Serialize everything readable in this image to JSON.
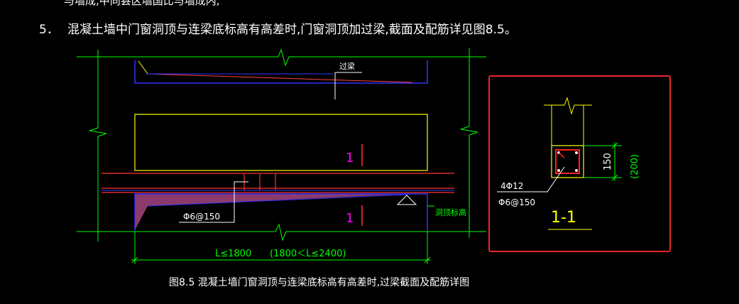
{
  "header": {
    "cut_line": "与墙成,中同县区墙国比与墙成内,",
    "note_number": "5．",
    "note_text": "混凝土墙中门窗洞顶与连梁底标高有高差时,门窗洞顶加过梁,截面及配筋详见图8.5。"
  },
  "elevation": {
    "lintel_label": "过梁",
    "section_mark_top": "1",
    "section_mark_bottom": "1",
    "stirrup_label": "Φ6@150",
    "opening_top_label": "洞顶标高",
    "span_label_1": "L≤1800",
    "span_label_2": "(1800＜L≤2400)"
  },
  "section": {
    "rebar_label": "4Φ12",
    "stirrup_label": "Φ6@150",
    "dim_1": "150",
    "dim_2": "(200)",
    "title": "1-1"
  },
  "caption": "图8.5  混凝土墙门窗洞顶与连梁底标高有高差时,过梁截面及配筋详图",
  "colors": {
    "background": "#000000",
    "text": "#ffffff",
    "grid_green": "#00ff00",
    "wall_yellow": "#ffff00",
    "beam_blue": "#3333ff",
    "rebar_red": "#ff0000",
    "fill_magenta": "#8b3a6b",
    "label_magenta": "#ff00ff",
    "highlight_red": "#e8262a"
  }
}
